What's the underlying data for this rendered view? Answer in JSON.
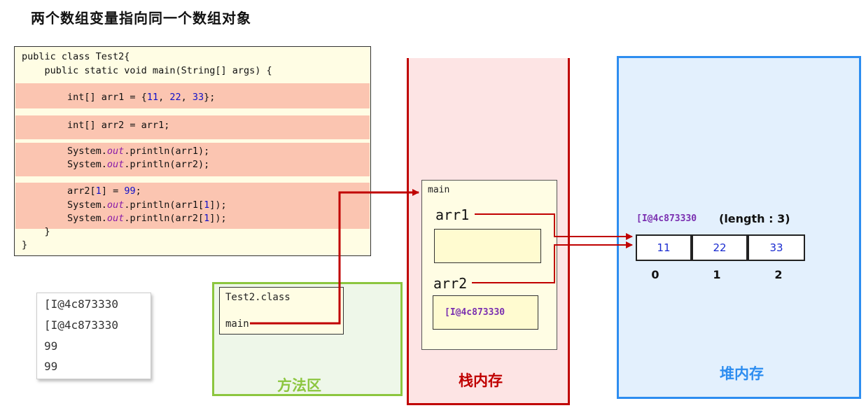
{
  "title": "两个数组变量指向同一个数组对象",
  "code": {
    "l1": "public class Test2{",
    "l2": "    public static void main(String[] args) {",
    "l3a": "        int[] arr1 = {",
    "l3b": "11",
    "l3c": ", ",
    "l3d": "22",
    "l3e": ", ",
    "l3f": "33",
    "l3g": "};",
    "l4": "        int[] arr2 = arr1;",
    "l5a": "        System.",
    "l5b": "out",
    "l5c": ".println(arr1);",
    "l6a": "        System.",
    "l6b": "out",
    "l6c": ".println(arr2);",
    "l7a": "        arr2[",
    "l7b": "1",
    "l7c": "] = ",
    "l7d": "99",
    "l7e": ";",
    "l8a": "        System.",
    "l8b": "out",
    "l8c": ".println(arr1[",
    "l8d": "1",
    "l8e": "]);",
    "l9a": "        System.",
    "l9b": "out",
    "l9c": ".println(arr2[",
    "l9d": "1",
    "l9e": "]);",
    "l10": "    }",
    "l11": "}"
  },
  "console": [
    "[I@4c873330",
    "[I@4c873330",
    "99",
    "99"
  ],
  "method_area": {
    "label": "方法区",
    "class_name": "Test2.class",
    "method": "main"
  },
  "stack": {
    "label": "栈内存",
    "frame": "main",
    "var1": "arr1",
    "var2": "arr2",
    "var2_value": "[I@4c873330"
  },
  "heap": {
    "label": "堆内存",
    "address": "[I@4c873330",
    "length_text": "(length : 3)",
    "cells": [
      "11",
      "22",
      "33"
    ],
    "indices": [
      "0",
      "1",
      "2"
    ]
  },
  "colors": {
    "arrow": "#c00000",
    "stack_border": "#c00000",
    "heap_border": "#2d8df0",
    "method_border": "#8cc63f",
    "highlight": "#fbc5b1"
  }
}
